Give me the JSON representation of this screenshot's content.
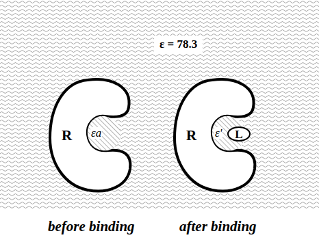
{
  "diagram": {
    "nodes": [
      {
        "text": [
          "R",
          "εa"
        ]
      },
      {
        "text": [
          "R",
          "ε'"
        ]
      },
      {
        "text": [
          "L"
        ],
        "in": 1
      }
    ],
    "labels": [
      "ε = 78.3",
      "before binding",
      "after binding"
    ]
  }
}
